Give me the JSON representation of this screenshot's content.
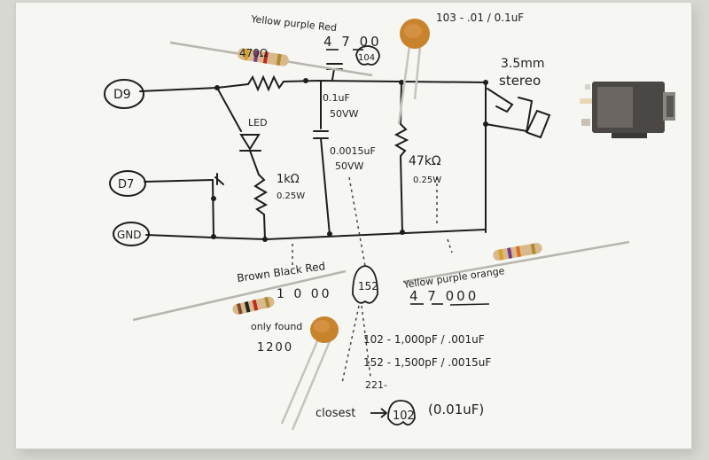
{
  "labels": {
    "pin_d9": "D9",
    "pin_d7": "D7",
    "pin_gnd": "GND",
    "led": "LED",
    "r_470_colors": "Yellow purple Red",
    "r_470_digits": "4 7 00",
    "r_470_value": "470Ω",
    "cap_code_104": "104",
    "cap_code_103": "103 - .01 / 0.1uF",
    "cap_01uf": "0.1uF",
    "cap_01uf_volts": "50VW",
    "cap_0015uf": "0.0015uF",
    "cap_0015uf_volts": "50VW",
    "jack_title_1": "3.5mm",
    "jack_title_2": "stereo",
    "r_1k": "1kΩ",
    "r_1k_watts": "0.25W",
    "r_47k": "47kΩ",
    "r_47k_watts": "0.25W",
    "r_1k_colors": "Brown Black Red",
    "r_1k_digits": "1 0 00",
    "only_found": "only found",
    "only_found_value": "1200",
    "cap_code_152": "152",
    "r_47k_colors": "Yellow purple orange",
    "r_47k_digits": "4 7 000",
    "code_102": "102 - 1,000pF / .001uF",
    "code_152": "152 - 1,500pF / .0015uF",
    "code_221": "221-",
    "closest": "closest",
    "closest_code": "102",
    "closest_value": "(0.01uF)"
  },
  "colors": {
    "ink": "#1e1e1e",
    "paper": "#f6f6f3",
    "ceramic_cap": "#c8842c",
    "resistor_body": "#d9b98c",
    "jack_body": "#4a4744"
  }
}
